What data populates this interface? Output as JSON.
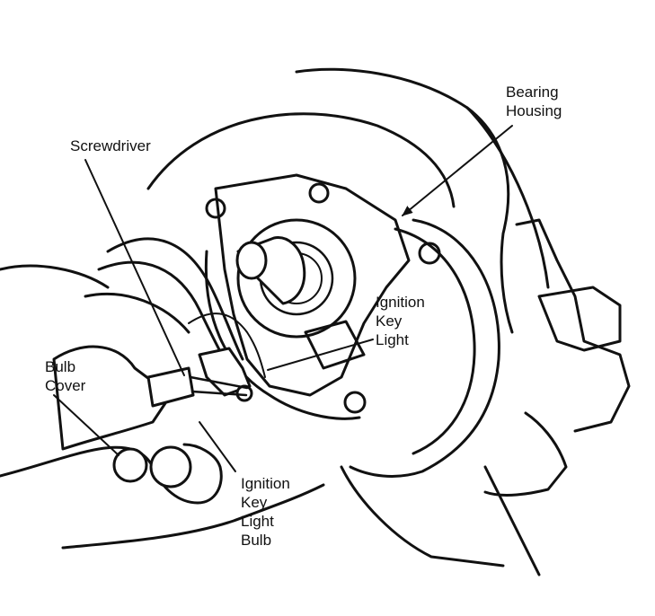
{
  "labels": {
    "bearing_housing": [
      "Bearing",
      "Housing"
    ],
    "screwdriver": "Screwdriver",
    "ignition_key_light": [
      "Ignition",
      "Key",
      "Light"
    ],
    "bulb_cover": [
      "Bulb",
      "Cover"
    ],
    "ignition_key_light_bulb": [
      "Ignition",
      "Key",
      "Light",
      "Bulb"
    ]
  },
  "colors": {
    "ink": "#111111",
    "paper": "#ffffff"
  }
}
